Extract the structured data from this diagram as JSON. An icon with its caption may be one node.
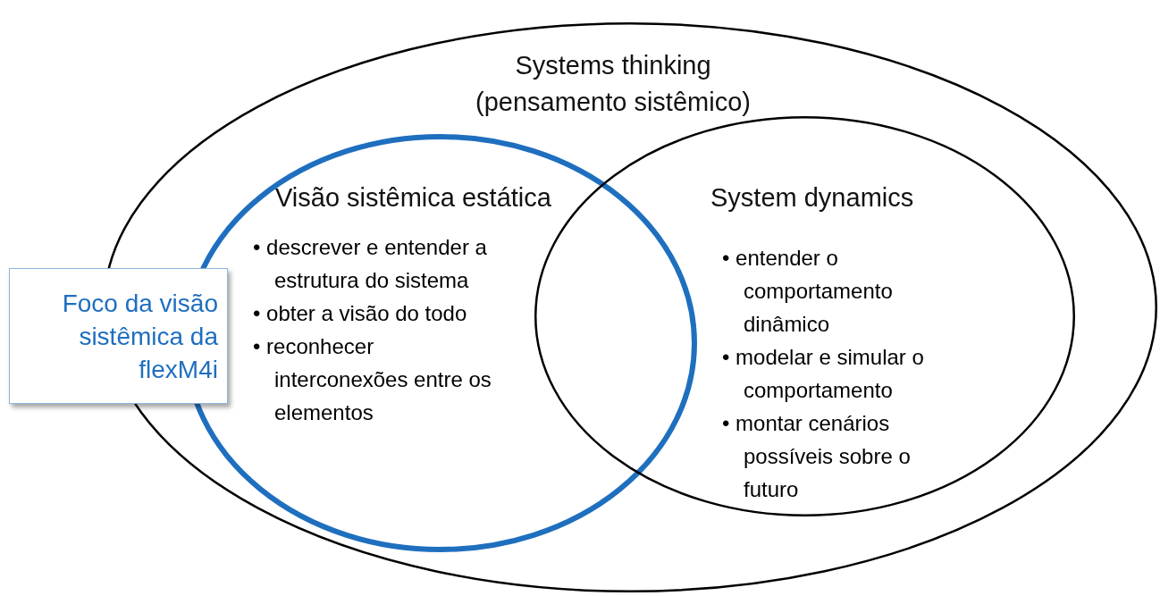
{
  "diagram": {
    "nodes": [
      {
        "text": [
          "Systems thinking (pensamento sistêmico)"
        ]
      },
      {
        "text": [
          "Visão sistêmica estática",
          "• descrever e entender a estrutura do sistema",
          "• obter a visão do todo",
          "• reconhecer interconexões entre os elementos"
        ],
        "in": 0
      },
      {
        "text": [
          "System dynamics",
          "• entender o comportamento dinâmico",
          "• modelar e simular o comportamento",
          "• montar cenários possíveis sobre o futuro"
        ],
        "in": 0
      },
      {
        "text": [
          "Foco da visão sistêmica da flexM4i"
        ]
      }
    ]
  }
}
